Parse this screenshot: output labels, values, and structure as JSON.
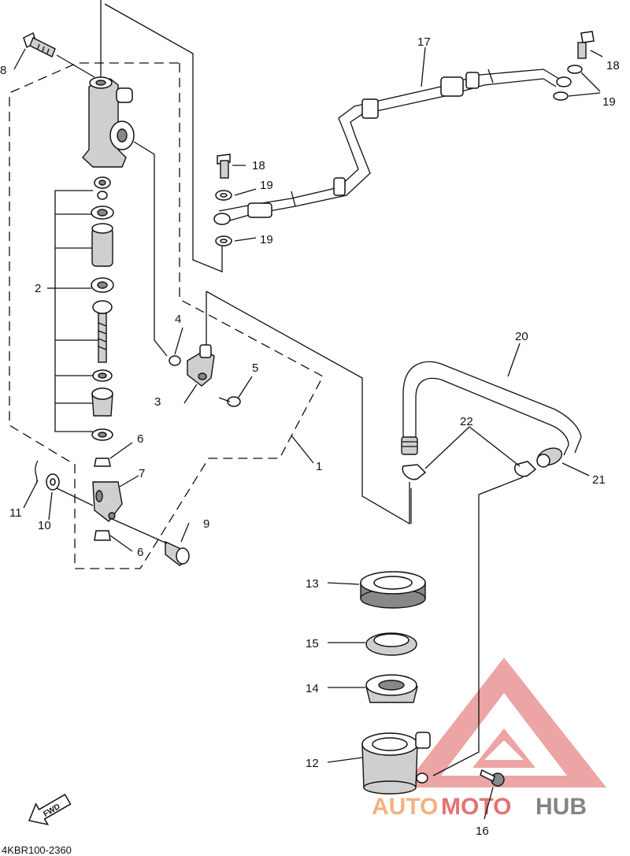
{
  "diagram": {
    "code": "4KBR100-2360",
    "fwd_label": "FWD",
    "watermark": {
      "part1": "AUTO",
      "part2": "MOTO",
      "part3": "HUB"
    },
    "colors": {
      "line": "#111111",
      "shade": "#cfcfcf",
      "watermark_red": "#e05a5a",
      "watermark_gray": "#777777",
      "watermark_orange": "#f2a46a"
    },
    "callouts": {
      "c1": "1",
      "c2": "2",
      "c3": "3",
      "c4": "4",
      "c5": "5",
      "c6a": "6",
      "c6b": "6",
      "c7": "7",
      "c8": "8",
      "c9": "9",
      "c10": "10",
      "c11": "11",
      "c12": "12",
      "c13": "13",
      "c14": "14",
      "c15": "15",
      "c16": "16",
      "c17": "17",
      "c18a": "18",
      "c18b": "18",
      "c19a": "19",
      "c19b": "19",
      "c19c": "19",
      "c20": "20",
      "c21": "21",
      "c22": "22"
    }
  }
}
